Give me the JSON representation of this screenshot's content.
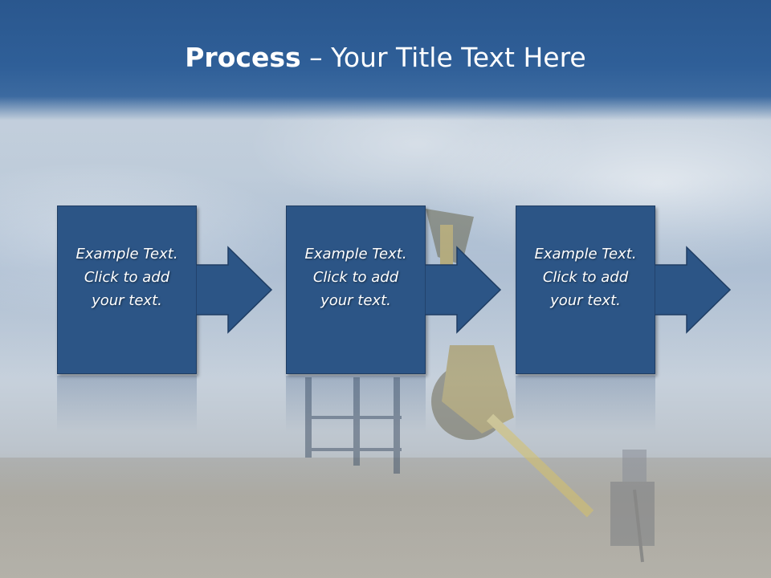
{
  "slide": {
    "title_bold": "Process",
    "title_rest": " – Your Title Text Here"
  },
  "steps": [
    {
      "text": "Example Text.\nClick  to add\nyour text."
    },
    {
      "text": "Example Text.\nClick  to add\nyour text."
    },
    {
      "text": "Example Text.\nClick  to add\nyour text."
    }
  ],
  "colors": {
    "header": "#2f5f98",
    "step_fill": "#2c5586",
    "step_border": "#1f3d63",
    "text": "#ffffff"
  }
}
